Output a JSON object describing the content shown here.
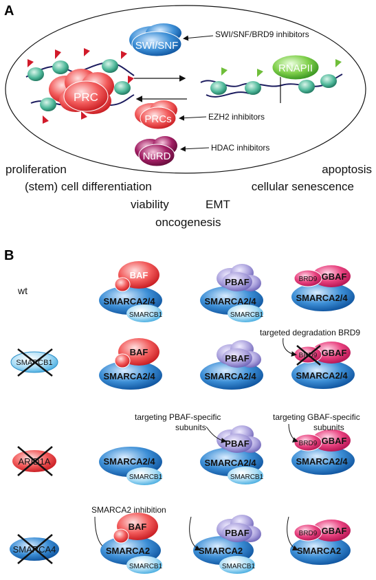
{
  "panel_a": {
    "label": "A",
    "complexes": {
      "swisnf": "SWI/SNF",
      "rnapii": "RNAPII",
      "prc": "PRC",
      "prcs": "PRCs",
      "nurd": "NuRD"
    },
    "inhibitors": {
      "swisnf": "SWI/SNF/BRD9 inhibitors",
      "ezh2": "EZH2 inhibitors",
      "hdac": "HDAC inhibitors"
    },
    "processes": {
      "proliferation": "proliferation",
      "apoptosis": "apoptosis",
      "differentiation": "(stem) cell differentiation",
      "senescence": "cellular senescence",
      "viability": "viability",
      "emt": "EMT",
      "oncogenesis": "oncogenesis"
    }
  },
  "panel_b": {
    "label": "B",
    "rows": {
      "wt": "wt",
      "smarcb1": "SMARCB1",
      "arid1a": "ARID1A",
      "smarca4": "SMARCA4"
    },
    "subunits": {
      "baf": "BAF",
      "pbaf": "PBAF",
      "gbaf": "GBAF",
      "brd9": "BRD9",
      "smarca24": "SMARCA2/4",
      "smarca2": "SMARCA2",
      "smarcb1": "SMARCB1"
    },
    "annotations": {
      "brd9_degradation": "targeted degradation BRD9",
      "pbaf_line1": "targeting PBAF-specific",
      "pbaf_line2": "subunits",
      "gbaf_line1": "targeting GBAF-specific",
      "gbaf_line2": "subunits",
      "smarca2_inhibition": "SMARCA2 inhibition"
    }
  }
}
